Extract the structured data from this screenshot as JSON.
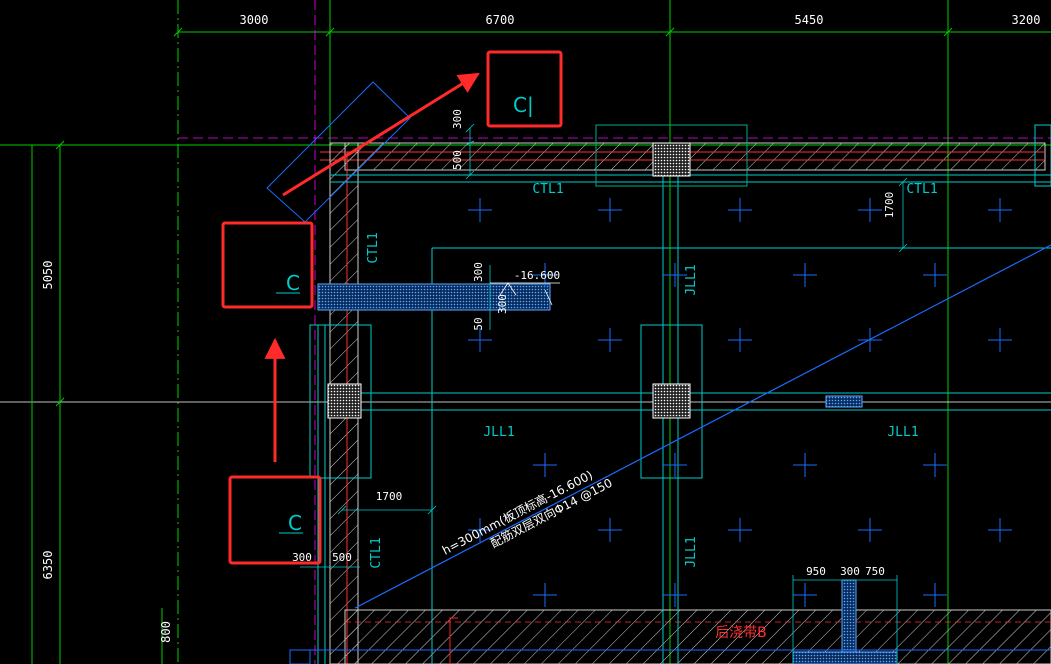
{
  "dims_top": [
    "3000",
    "6700",
    "5450",
    "3200"
  ],
  "dims_left": [
    "5050",
    "6350",
    "800"
  ],
  "dims_local": {
    "d300_top": "300",
    "d500_top": "500",
    "d1700_right": "1700",
    "d300_mid": "300",
    "d50_mid": "50",
    "d300_mid2": "300",
    "d1700_left": "1700",
    "d300_bot": "300",
    "d500_bot": "500",
    "d950": "950",
    "d300_br": "300",
    "d750": "750"
  },
  "elevation": "-16.600",
  "labels": {
    "ctl_top": "CTL1",
    "ctl_right": "CTL1",
    "ctl_left_upper": "CTL1",
    "ctl_left_lower": "CTL1",
    "jll_upper": "JLL1",
    "jll_lower": "JLL1",
    "jll_left": "JLL1",
    "jll_right": "JLL1",
    "houjiao": "后浇带B"
  },
  "note_line1": "h=300mm(板顶标高-16.600)",
  "note_line2": "配筋双层双向Φ14 @150",
  "callouts": [
    {
      "id": "top",
      "text": "C|"
    },
    {
      "id": "mid",
      "text": "C"
    },
    {
      "id": "bot",
      "text": "C"
    }
  ],
  "colors": {
    "background": "#000000",
    "grid": "#00cc00",
    "wall": "#cccccc",
    "beam": "#00cccc",
    "slab_blue": "#1a6cff",
    "red": "#ff2020",
    "text_dim": "#ffffff",
    "label": "#00cccc",
    "callout": "#ff2a2a",
    "magenta": "#ff00ff"
  }
}
